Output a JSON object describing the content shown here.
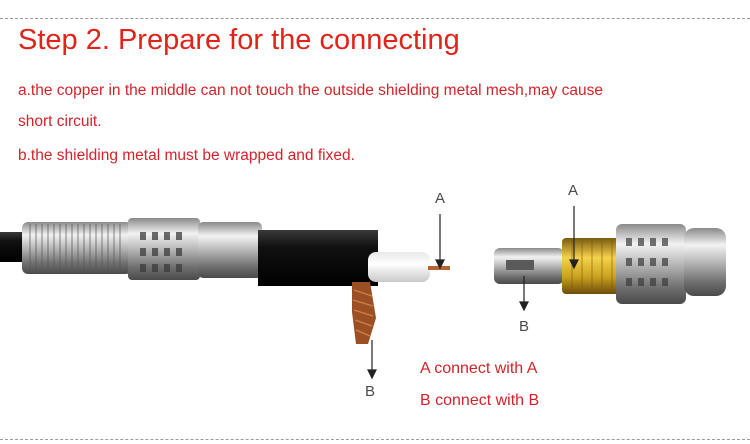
{
  "title": "Step 2. Prepare for the connecting",
  "notes": {
    "a_line1": "a.the copper in the middle can not touch the outside shielding metal  mesh,may cause",
    "a_line2": "short circuit.",
    "b": "b.the shielding metal must be wrapped and fixed."
  },
  "labels": {
    "cable_A": "A",
    "cable_B": "B",
    "connector_A": "A",
    "connector_B": "B"
  },
  "connections": {
    "a": "A connect with A",
    "b": "B connect with B"
  },
  "colors": {
    "text_red": "#d3232a",
    "cable_black": "#1a1a1a",
    "copper": "#b5652f",
    "gold": "#c9a01e"
  }
}
